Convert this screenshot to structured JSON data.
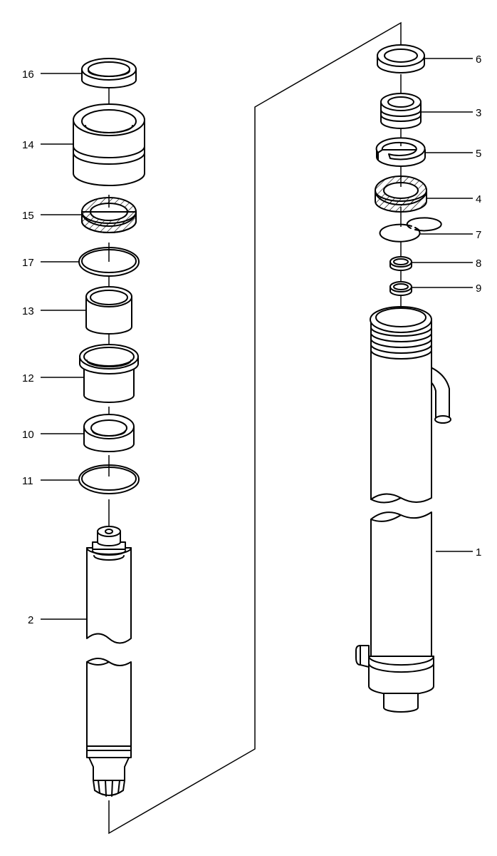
{
  "parts": [
    {
      "id": "p16",
      "number": "16"
    },
    {
      "id": "p14",
      "number": "14"
    },
    {
      "id": "p15",
      "number": "15"
    },
    {
      "id": "p17",
      "number": "17"
    },
    {
      "id": "p13",
      "number": "13"
    },
    {
      "id": "p12",
      "number": "12"
    },
    {
      "id": "p10",
      "number": "10"
    },
    {
      "id": "p11",
      "number": "11"
    },
    {
      "id": "p2",
      "number": "2"
    },
    {
      "id": "p6",
      "number": "6"
    },
    {
      "id": "p3",
      "number": "3"
    },
    {
      "id": "p5",
      "number": "5"
    },
    {
      "id": "p4",
      "number": "4"
    },
    {
      "id": "p7",
      "number": "7"
    },
    {
      "id": "p8",
      "number": "8"
    },
    {
      "id": "p9",
      "number": "9"
    },
    {
      "id": "p1",
      "number": "1"
    }
  ]
}
